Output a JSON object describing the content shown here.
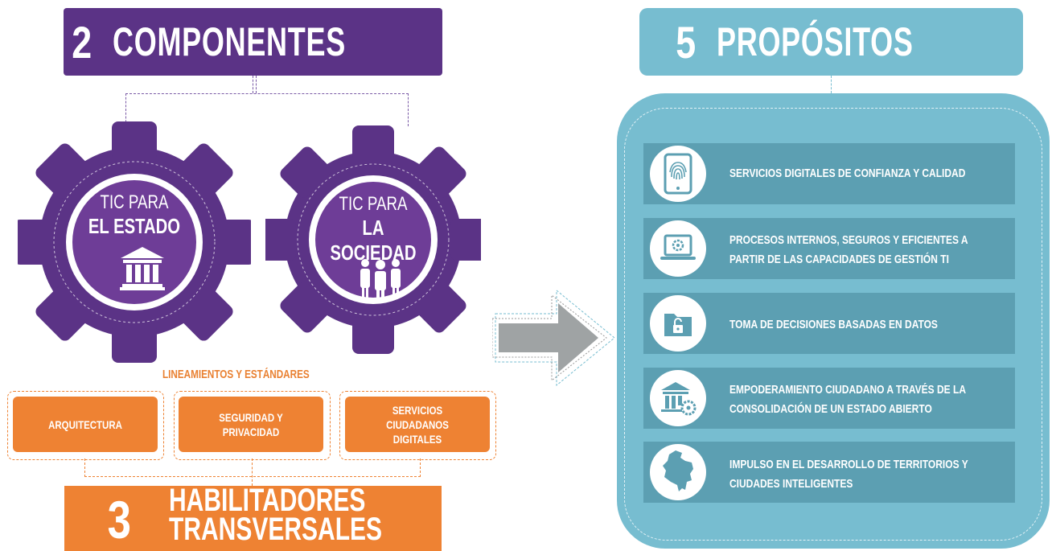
{
  "componentes": {
    "number": "2",
    "title": "COMPONENTES",
    "gears": [
      {
        "line1": "TIC PARA",
        "line2": "EL ESTADO",
        "icon": "government-building-icon"
      },
      {
        "line1": "TIC PARA",
        "line2": "LA SOCIEDAD",
        "icon": "people-group-icon"
      }
    ]
  },
  "lineamientos": {
    "title": "LINEAMIENTOS Y ESTÁNDARES",
    "boxes": [
      "ARQUITECTURA",
      "SEGURIDAD Y PRIVACIDAD",
      "SERVICIOS CIUDADANOS DIGITALES"
    ]
  },
  "habilitadores": {
    "number": "3",
    "line1": "HABILITADORES",
    "line2": "TRANSVERSALES"
  },
  "propositos": {
    "number": "5",
    "title": "PROPÓSITOS",
    "items": [
      {
        "text1": "SERVICIOS DIGITALES DE CONFIANZA Y CALIDAD",
        "text2": "",
        "icon": "fingerprint-phone-icon"
      },
      {
        "text1": "PROCESOS INTERNOS, SEGUROS Y EFICIENTES A",
        "text2": "PARTIR DE LAS CAPACIDADES DE GESTIÓN TI",
        "icon": "laptop-gear-icon"
      },
      {
        "text1": "TOMA DE DECISIONES BASADAS EN DATOS",
        "text2": "",
        "icon": "folder-lock-icon"
      },
      {
        "text1": "EMPODERAMIENTO CIUDADANO A TRAVÉS DE LA",
        "text2": "CONSOLIDACIÓN DE UN ESTADO ABIERTO",
        "icon": "building-gear-icon"
      },
      {
        "text1": "IMPULSO EN EL DESARROLLO DE TERRITORIOS Y",
        "text2": "CIUDADES INTELIGENTES",
        "icon": "colombia-map-icon"
      }
    ]
  },
  "colors": {
    "purple": "#5b3386",
    "orange": "#ee8233",
    "light_blue": "#77bdd0",
    "row_blue": "#5c9fb2",
    "arrow_gray": "#9fa3a4"
  }
}
